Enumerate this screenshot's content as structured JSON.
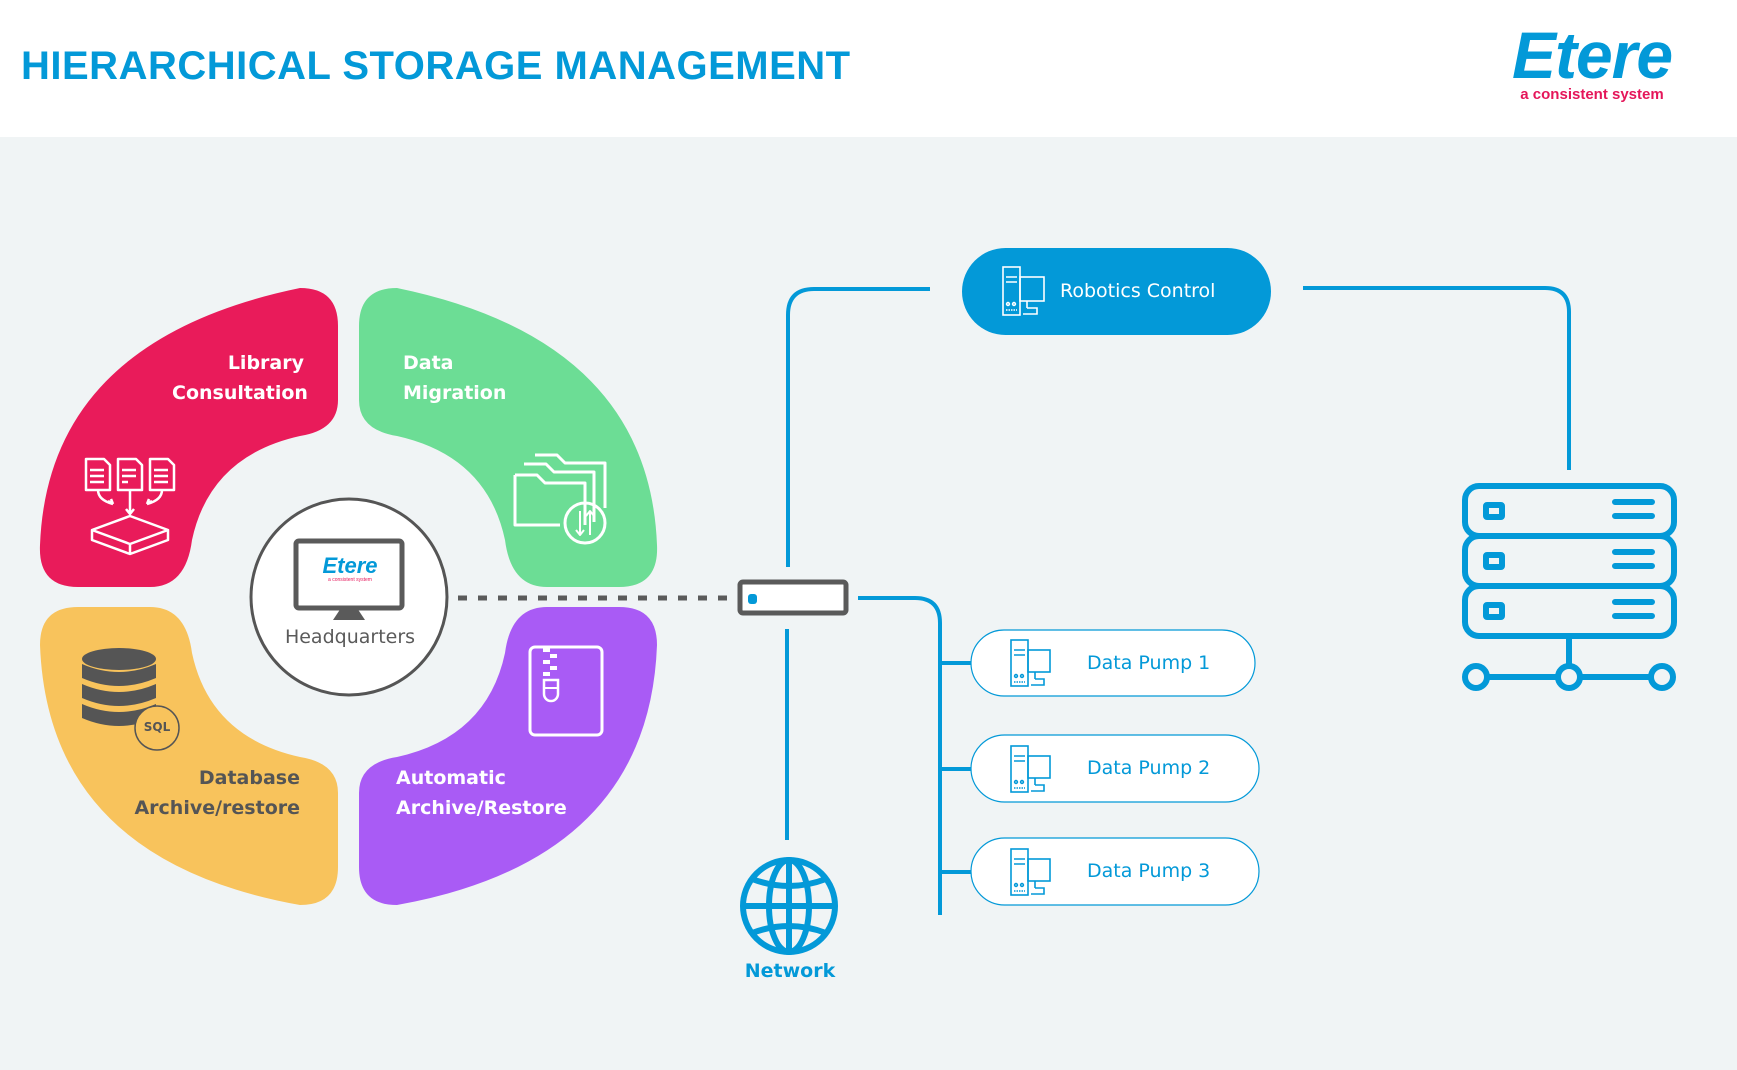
{
  "header": {
    "title": "HIERARCHICAL STORAGE MANAGEMENT",
    "logo": {
      "name": "Etere",
      "tagline": "a consistent system"
    }
  },
  "colors": {
    "brand_blue": "#0399d8",
    "brand_pink": "#e5165a",
    "library": "#e91b5a",
    "migration": "#6cdd95",
    "database": "#f8c35c",
    "automatic": "#a95bf5",
    "dark_gray": "#5a5a5a"
  },
  "hub": {
    "label": "Headquarters",
    "screen_logo": {
      "name": "Etere",
      "tagline": "a consistent system"
    }
  },
  "segments": [
    {
      "id": "library",
      "line1": "Library",
      "line2": "Consultation",
      "icon": "documents-to-tray-icon"
    },
    {
      "id": "migration",
      "line1": "Data",
      "line2": "Migration",
      "icon": "folders-transfer-icon"
    },
    {
      "id": "database",
      "line1": "Database",
      "line2": "Archive/restore",
      "icon": "sql-database-icon",
      "badge": "SQL"
    },
    {
      "id": "automatic",
      "line1": "Automatic",
      "line2": "Archive/Restore",
      "icon": "zip-archive-icon"
    }
  ],
  "network": {
    "switch_icon": "network-switch-icon",
    "label": "Network",
    "icon": "globe-icon"
  },
  "robotics": {
    "label": "Robotics Control",
    "icon": "workstation-icon"
  },
  "storage": {
    "icon": "server-rack-icon"
  },
  "data_pumps": [
    {
      "label": "Data Pump 1",
      "icon": "workstation-icon"
    },
    {
      "label": "Data Pump 2",
      "icon": "workstation-icon"
    },
    {
      "label": "Data Pump 3",
      "icon": "workstation-icon"
    }
  ]
}
